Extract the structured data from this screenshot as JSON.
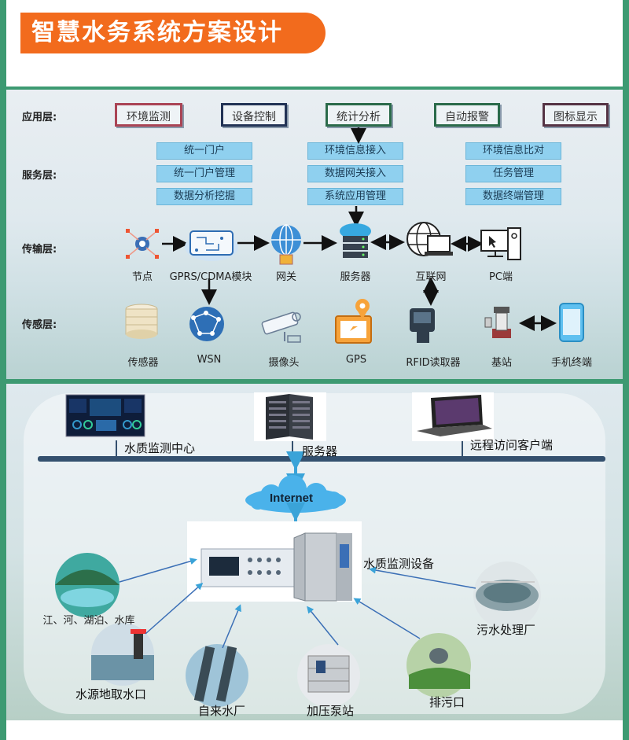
{
  "title": "智慧水务系统方案设计",
  "colors": {
    "accent": "#f26b1d",
    "frame": "#3d9a72",
    "service": "#8fd0ef"
  },
  "architecture": {
    "layers": [
      "应用层:",
      "服务层:",
      "传输层:",
      "传感层:"
    ],
    "apps": [
      "环境监测",
      "设备控制",
      "统计分析",
      "自动报警",
      "图标显示"
    ],
    "services": {
      "col1": [
        "统一门户",
        "统一门户管理",
        "数据分析挖掘"
      ],
      "col2": [
        "环境信息接入",
        "数据网关接入",
        "系统应用管理"
      ],
      "col3": [
        "环境信息比对",
        "任务管理",
        "数据终端管理"
      ]
    },
    "transport": [
      "节点",
      "GPRS/CDMA模块",
      "网关",
      "服务器",
      "互联网",
      "PC端"
    ],
    "sensing": [
      "传感器",
      "WSN",
      "摄像头",
      "GPS",
      "RFID读取器",
      "基站",
      "手机终端"
    ]
  },
  "network": {
    "top": [
      "水质监测中心",
      "服务器",
      "远程访问客户端"
    ],
    "cloud": "Internet",
    "device": "水质监测设备",
    "sources": [
      "江、河、湖泊、水库",
      "水源地取水口",
      "自来水厂",
      "加压泵站",
      "排污口",
      "污水处理厂"
    ]
  }
}
